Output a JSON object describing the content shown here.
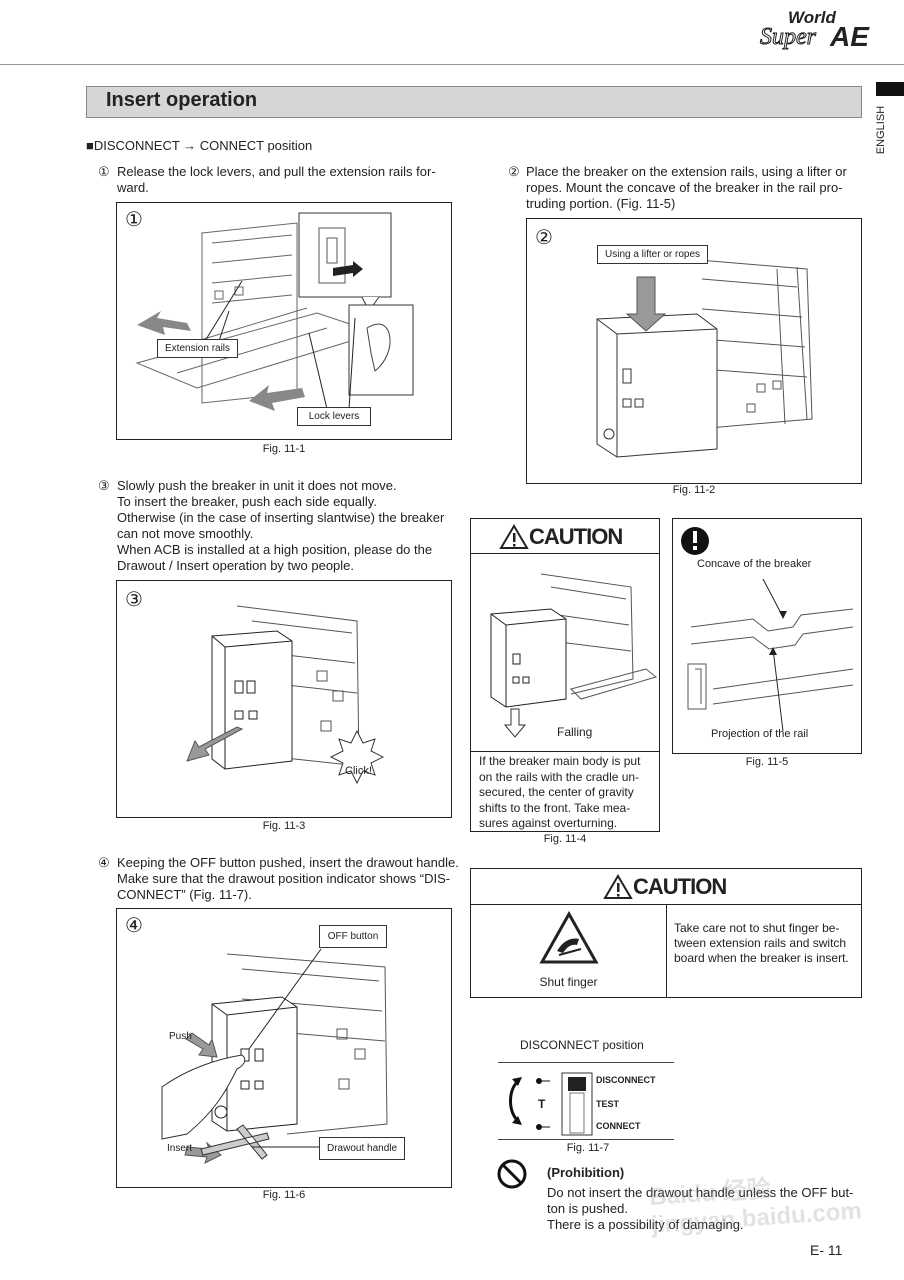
{
  "brand": {
    "line1": "World",
    "line2": "Super",
    "line3": "AE"
  },
  "side_tab": "ENGLISH",
  "section_title": "Insert operation",
  "heading": "■DISCONNECT → CONNECT position",
  "step1": {
    "num": "①",
    "text": "Release the lock levers, and pull the extension rails for-",
    "text2": "ward."
  },
  "fig1": {
    "num": "①",
    "extension_rails": "Extension rails",
    "lock_levers": "Lock levers",
    "caption": "Fig. 11-1"
  },
  "step2": {
    "num": "②",
    "line1": "Place the breaker on the extension rails, using a lifter or",
    "line2": "ropes.  Mount the concave of the breaker in the rail pro-",
    "line3": "truding portion.  (Fig. 11-5)"
  },
  "fig2": {
    "num": "②",
    "lifter": "Using a lifter or ropes",
    "caption": "Fig. 11-2"
  },
  "step3": {
    "num": "③",
    "line1": "Slowly push the breaker in unit it does not move.",
    "line2": "To insert the breaker, push each side equally.",
    "line3": "Otherwise (in the case of inserting slantwise) the breaker",
    "line4": "can not move smoothly.",
    "line5": "When ACB is installed at a high position, please do the",
    "line6": "Drawout / Insert operation by two people."
  },
  "fig3": {
    "num": "③",
    "click": "Click!",
    "caption": "Fig. 11-3"
  },
  "caution1": {
    "title": "CAUTION",
    "falling": "Falling",
    "line1": "If the breaker main body is put",
    "line2": "on the rails with the cradle un-",
    "line3": "secured, the center of gravity",
    "line4": "shifts to the front.  Take mea-",
    "line5": "sures against overturning.",
    "caption": "Fig. 11-4"
  },
  "fig5": {
    "concave": "Concave of the breaker",
    "projection": "Projection of the rail",
    "caption": "Fig. 11-5"
  },
  "step4": {
    "num": "④",
    "line1": "Keeping the OFF button pushed, insert the drawout handle.",
    "line2": "Make sure that the drawout position indicator shows “DIS-",
    "line3": "CONNECT” (Fig. 11-7)."
  },
  "fig6": {
    "num": "④",
    "off_button": "OFF button",
    "push": "Push",
    "insert": "Insert",
    "drawout_handle": "Drawout handle",
    "caption": "Fig. 11-6"
  },
  "caution2": {
    "title": "CAUTION",
    "shut_finger": "Shut finger",
    "line1": "Take care not to shut finger be-",
    "line2": "tween extension rails and switch",
    "line3": "board when the breaker is insert."
  },
  "fig7": {
    "label": "DISCONNECT position",
    "disconnect": "DISCONNECT",
    "test": "TEST",
    "connect": "CONNECT",
    "t": "T",
    "caption": "Fig. 11-7"
  },
  "prohibition": {
    "title": "(Prohibition)",
    "line1": "Do not insert the drawout handle unless the OFF but-",
    "line2": "ton is pushed.",
    "line3": "There is a possibility of damaging."
  },
  "page_number": "E- 11",
  "watermark": "Baidu 经验  jingyan.baidu.com"
}
